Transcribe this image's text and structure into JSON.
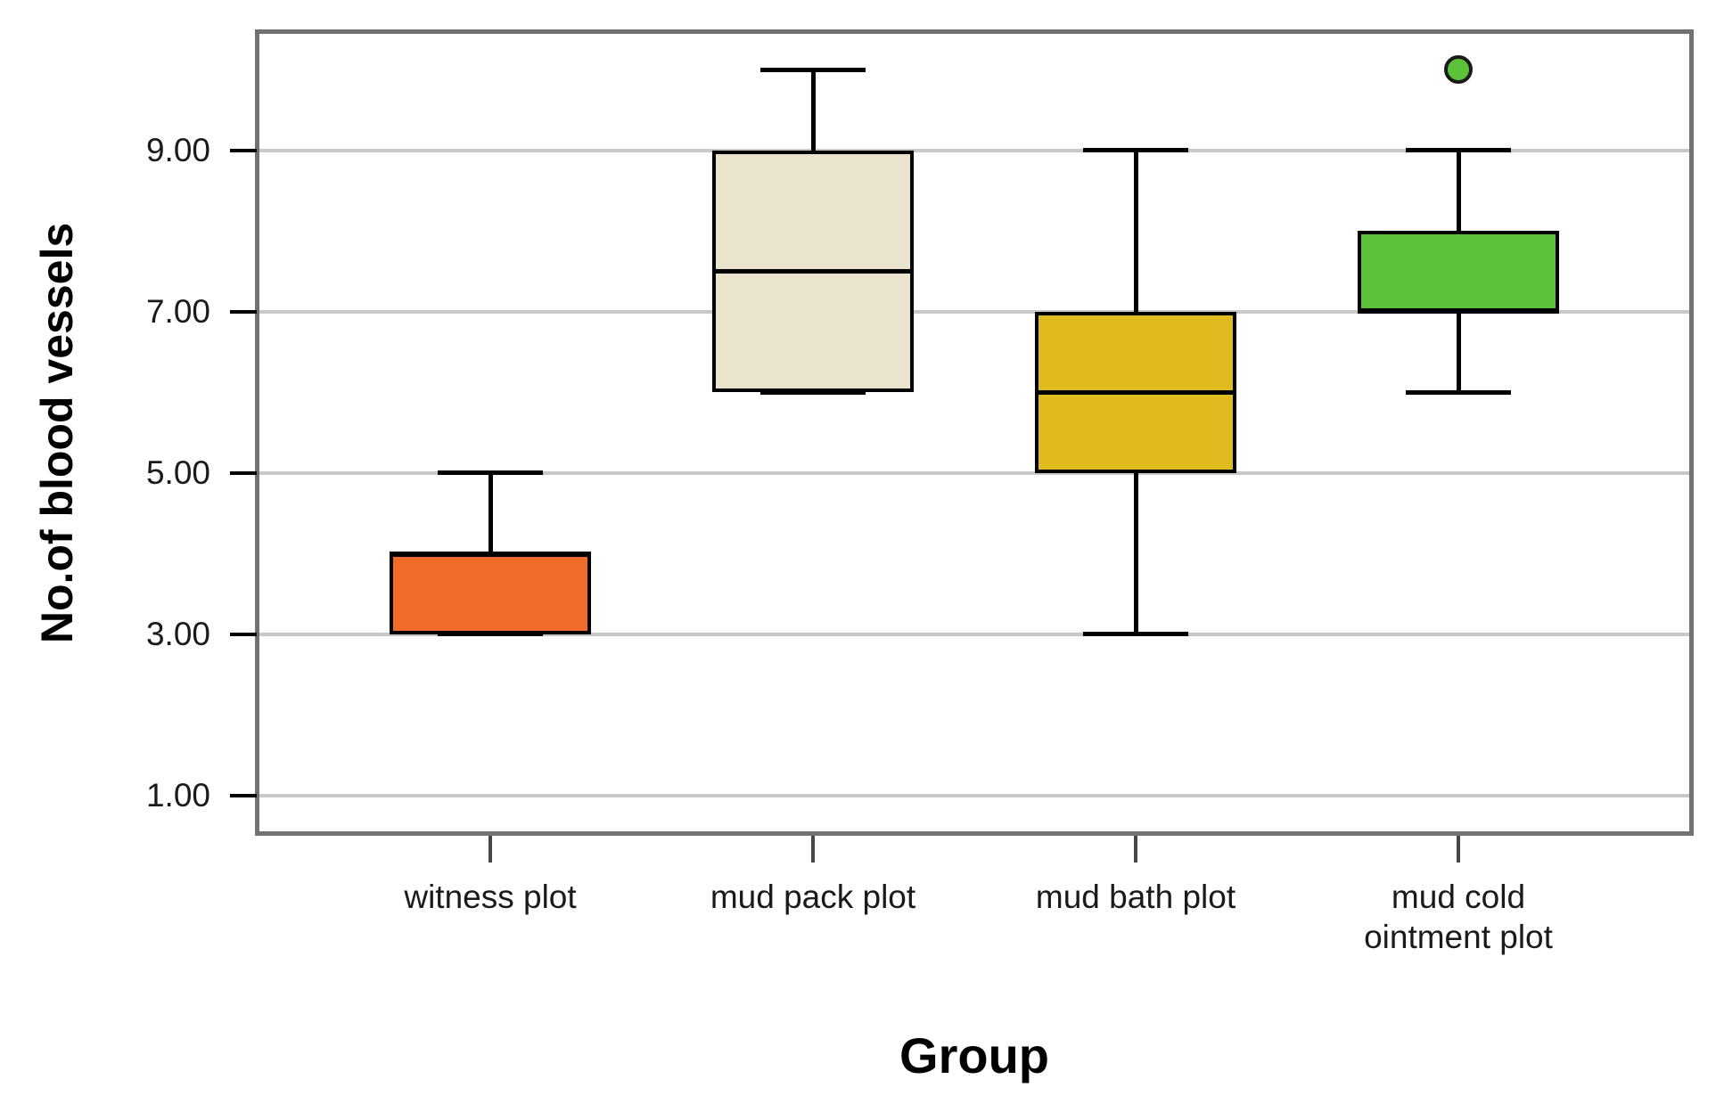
{
  "chart_data": {
    "type": "boxplot",
    "title": "",
    "xlabel": "Group",
    "ylabel": "No.of blood vessels",
    "ylim": [
      0.5,
      10.5
    ],
    "grid": "horizontal-gridlines-on",
    "legend": "none",
    "yticks": [
      {
        "value": 9,
        "label": "9.00"
      },
      {
        "value": 7,
        "label": "7.00"
      },
      {
        "value": 5,
        "label": "5.00"
      },
      {
        "value": 3,
        "label": "3.00"
      },
      {
        "value": 1,
        "label": "1.00"
      }
    ],
    "categories": [
      "witness plot",
      "mud pack plot",
      "mud bath plot",
      "mud cold ointment plot"
    ],
    "series": [
      {
        "category": "witness plot",
        "label_lines": [
          "witness plot"
        ],
        "min": 3,
        "q1": 3,
        "median": 4,
        "q3": 4,
        "max": 5,
        "outliers": [],
        "fill_color": "#F26B29"
      },
      {
        "category": "mud pack plot",
        "label_lines": [
          "mud pack plot"
        ],
        "min": 6,
        "q1": 6,
        "median": 7.5,
        "q3": 9,
        "max": 10,
        "outliers": [],
        "fill_color": "#EAE4CE"
      },
      {
        "category": "mud bath plot",
        "label_lines": [
          "mud bath plot"
        ],
        "min": 3,
        "q1": 5,
        "median": 6,
        "q3": 7,
        "max": 9,
        "outliers": [],
        "fill_color": "#E0BB20"
      },
      {
        "category": "mud cold ointment plot",
        "label_lines": [
          "mud cold",
          "ointment plot"
        ],
        "min": 6,
        "q1": 7,
        "median": 7,
        "q3": 8,
        "max": 9,
        "outliers": [
          10
        ],
        "fill_color": "#5BC139"
      }
    ],
    "colors": {
      "background": "#ffffff",
      "plot_frame": "#717171",
      "gridline": "#c8c8c8",
      "box_border": "#000000",
      "whisker": "#000000",
      "text": "#000000"
    }
  }
}
